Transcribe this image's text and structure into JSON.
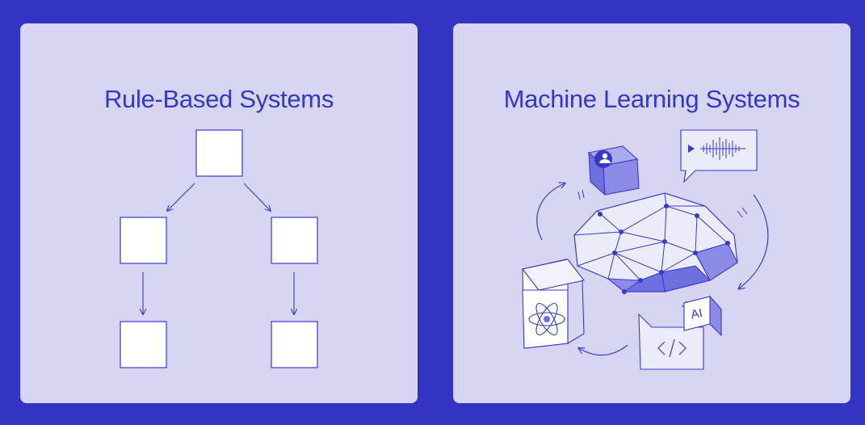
{
  "colors": {
    "background": "#3333c4",
    "panel": "#d7d6f2",
    "accent": "#3437c8",
    "line": "#3a3ac8",
    "fill_light": "#ecebfa",
    "fill_mid": "#8c8ce8",
    "fill_dark": "#6f6fe0"
  },
  "left_panel": {
    "title": "Rule-Based Systems"
  },
  "right_panel": {
    "title": "Machine Learning Systems",
    "ai_badge": "AI",
    "icons": [
      "user-icon",
      "audio-waveform-icon",
      "brain-network-icon",
      "atom-icon",
      "code-icon",
      "ai-cube-icon"
    ]
  }
}
